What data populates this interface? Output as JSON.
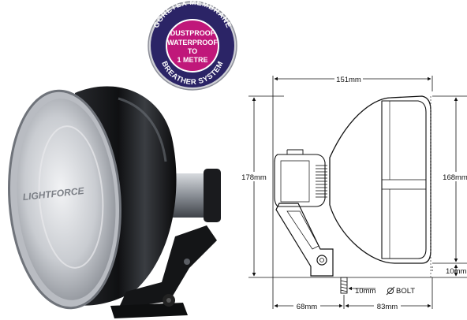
{
  "badge": {
    "ring_top": "GORETEX MEMBRANE",
    "ring_bottom": "BREATHER SYSTEM",
    "center_lines": [
      "DUSTPROOF",
      "WATERPROOF",
      "TO",
      "1 METRE"
    ],
    "ring_color": "#2b2466",
    "center_color": "#c0177a"
  },
  "lamp": {
    "logo_text": "LIGHTFORCE"
  },
  "dimensions": {
    "total_width": "151mm",
    "total_height": "178mm",
    "lens_height": "168mm",
    "base_thickness": "10mm",
    "bolt_size": "10mm",
    "bolt_label": "BOLT",
    "rear_depth": "68mm",
    "front_depth": "83mm"
  }
}
